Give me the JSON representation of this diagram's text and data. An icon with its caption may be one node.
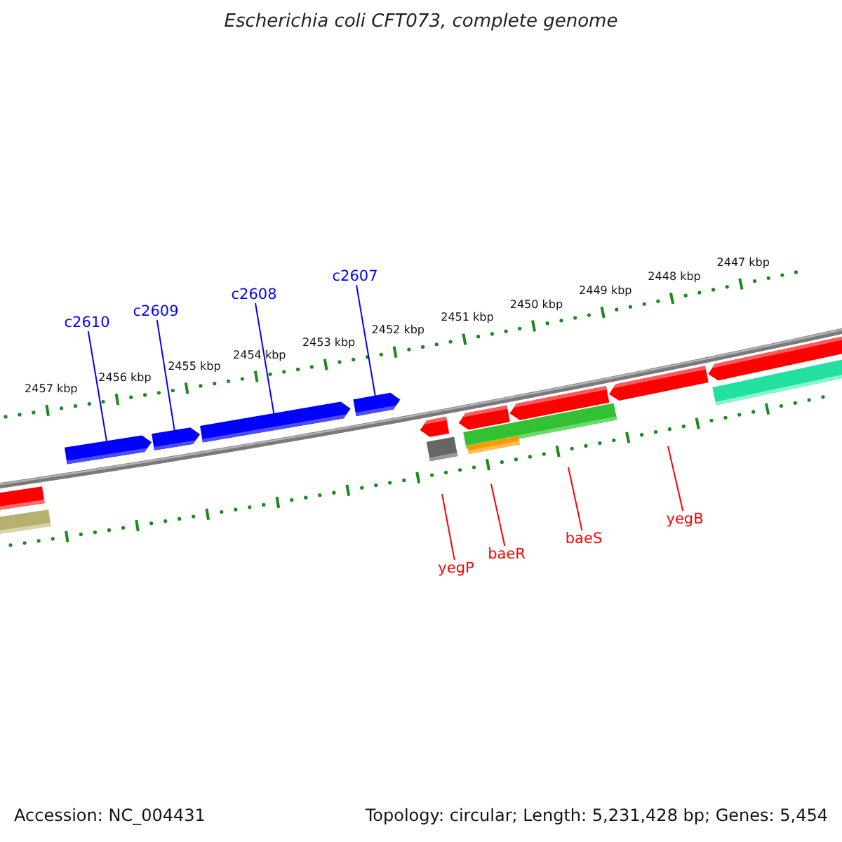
{
  "diagram": {
    "title": "Escherichia coli CFT073, complete genome",
    "nodes": [
      {
        "text": [
          "c2610"
        ]
      },
      {
        "text": [
          "c2609"
        ]
      },
      {
        "text": [
          "c2608"
        ]
      },
      {
        "text": [
          "c2607"
        ]
      },
      {
        "text": [
          "yegP"
        ]
      },
      {
        "text": [
          "baeR"
        ]
      },
      {
        "text": [
          "baeS"
        ]
      },
      {
        "text": [
          "yegB"
        ]
      },
      {
        "text": [],
        "shape": "bar"
      },
      {
        "text": [],
        "shape": "bar"
      },
      {
        "text": [],
        "shape": "bar"
      },
      {
        "text": [],
        "shape": "bar"
      }
    ],
    "edges": [
      {
        "from": 0,
        "to": 8,
        "arrow": "none"
      },
      {
        "from": 1,
        "to": 9,
        "arrow": "none"
      },
      {
        "from": 2,
        "to": 10,
        "arrow": "none"
      },
      {
        "from": 3,
        "to": 11,
        "arrow": "none"
      },
      {
        "from": 4,
        "to": null,
        "arrow": "none",
        "color": "#ff0000"
      },
      {
        "from": 5,
        "to": null,
        "arrow": "none",
        "color": "#ff0000"
      },
      {
        "from": 6,
        "to": null,
        "arrow": "none",
        "color": "#ff0000"
      },
      {
        "from": 7,
        "to": null,
        "arrow": "none",
        "color": "#ff0000"
      }
    ],
    "labels": [
      "2457 kbp",
      "2456 kbp",
      "2455 kbp",
      "2454 kbp",
      "2453 kbp",
      "2452 kbp",
      "2451 kbp",
      "2450 kbp",
      "2449 kbp",
      "2448 kbp",
      "2447 kbp",
      "Accession: NC_004431",
      "Topology: circular; Length: 5,231,428 bp; Genes: 5,454"
    ]
  }
}
